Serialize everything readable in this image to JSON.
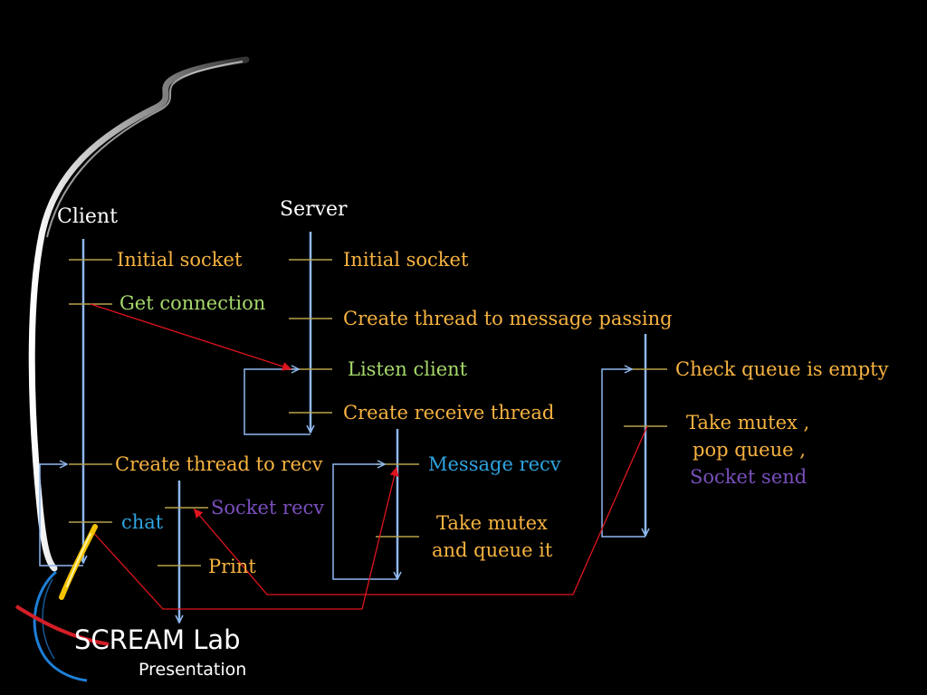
{
  "headers": {
    "client": "Client",
    "server": "Server"
  },
  "client_steps": {
    "initial_socket": "Initial socket",
    "get_connection": "Get connection",
    "create_thread_to_recv": "Create thread to recv",
    "chat": "chat"
  },
  "server_steps": {
    "initial_socket": "Initial socket",
    "create_thread_message_passing": "Create thread to message passing",
    "listen_client": "Listen client",
    "create_receive_thread": "Create receive thread"
  },
  "recv_thread": {
    "socket_recv": "Socket recv",
    "print": "Print"
  },
  "message_thread": {
    "message_recv": "Message recv",
    "take_mutex_line1": "Take mutex",
    "take_mutex_line2": "and queue it"
  },
  "passing_thread": {
    "check_queue": "Check queue is empty",
    "take_mutex": "Take mutex ,",
    "pop_queue": "pop queue ,",
    "socket_send": "Socket send"
  },
  "logo": {
    "title": "SCREAM Lab",
    "subtitle": "Presentation"
  },
  "colors": {
    "background": "#000000",
    "flow_line": "#8fb8ef",
    "message_arrow": "#e0141e",
    "orange_text": "#f7b340",
    "green_text": "#a6d96a",
    "blue_text": "#2ea4e0",
    "purple_text": "#7a4fbd"
  }
}
